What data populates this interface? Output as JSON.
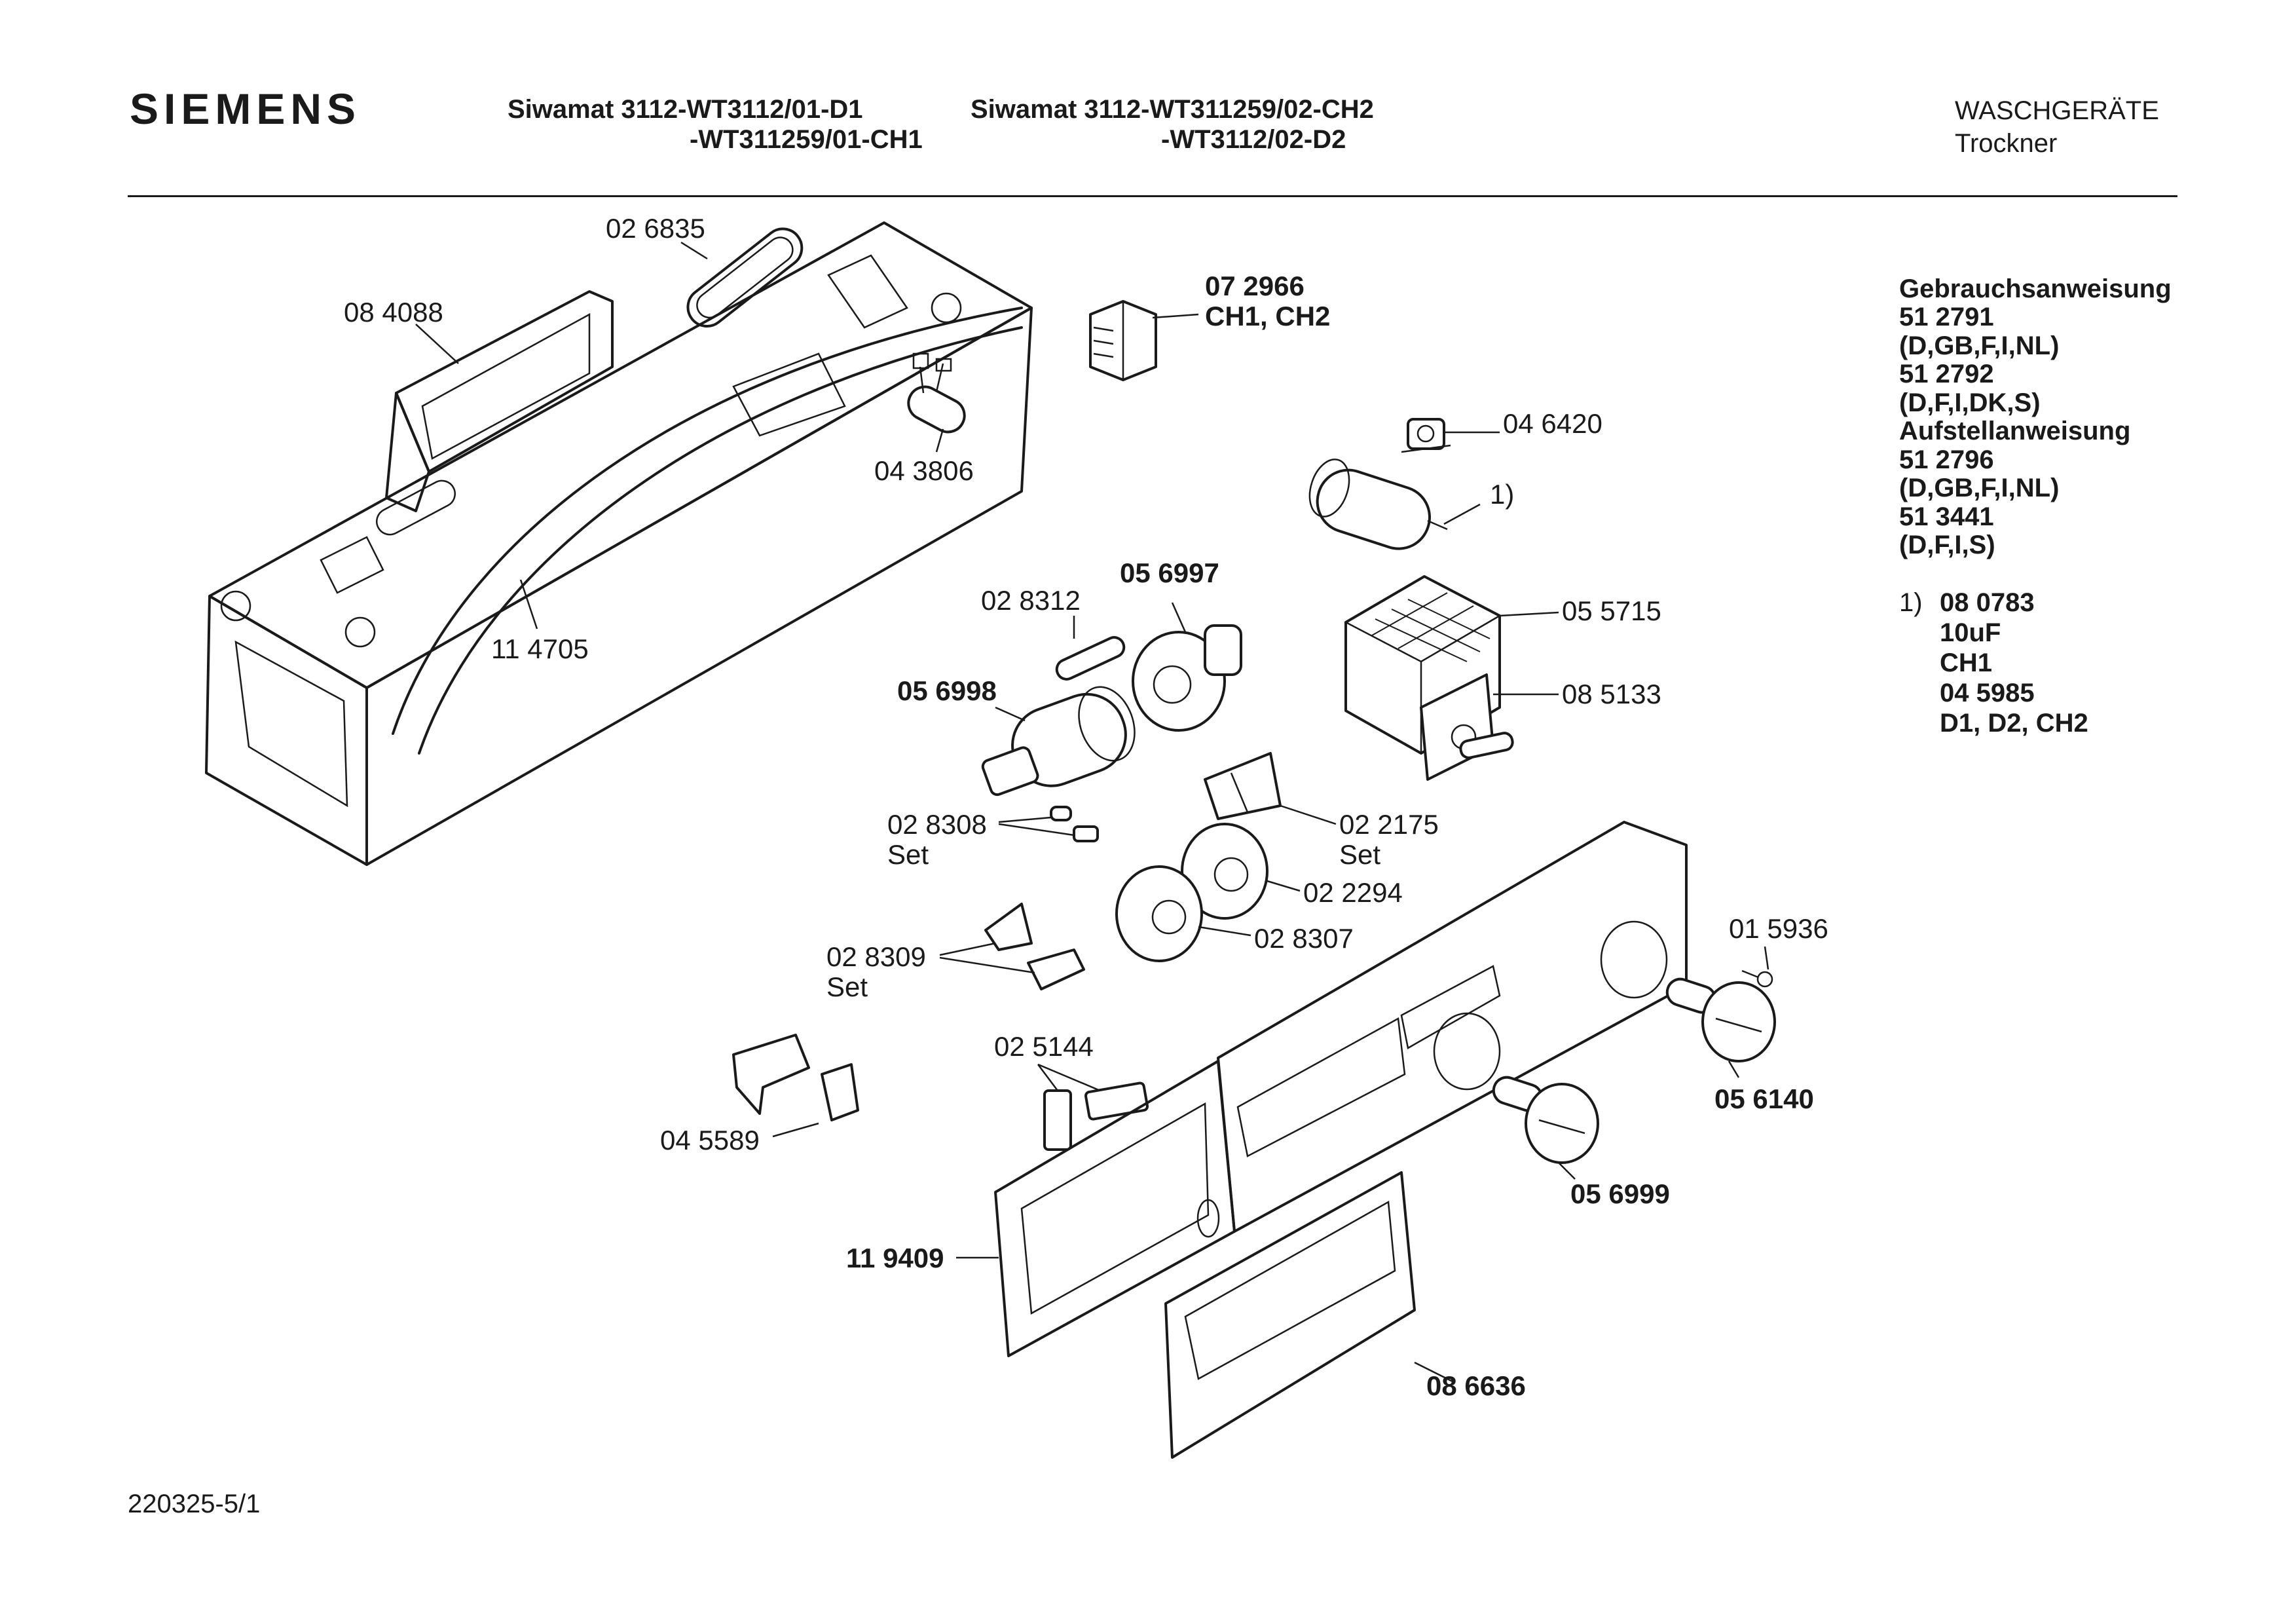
{
  "header": {
    "brand": "SIEMENS",
    "model_a_line1": "Siwamat 3112-WT3112/01-D1",
    "model_a_line2": "-WT311259/01-CH1",
    "model_b_line1": "Siwamat 3112-WT311259/02-CH2",
    "model_b_line2": "-WT3112/02-D2",
    "category_line1": "WASCHGERÄTE",
    "category_line2": "Trockner"
  },
  "documents": {
    "heading_usage": "Gebrauchsanweisung",
    "usage_1_number": "51 2791",
    "usage_1_languages": "(D,GB,F,I,NL)",
    "usage_2_number": "51 2792",
    "usage_2_languages": "(D,F,I,DK,S)",
    "heading_install": "Aufstellanweisung",
    "install_1_number": "51 2796",
    "install_1_languages": "(D,GB,F,I,NL)",
    "install_2_number": "51 3441",
    "install_2_languages": "(D,F,I,S)"
  },
  "footnote": {
    "marker": "1)",
    "part_1": "08 0783",
    "part_1_value": "10uF",
    "part_1_variant": "CH1",
    "part_2": "04 5985",
    "part_2_variants": "D1, D2, CH2"
  },
  "parts": {
    "p026835": "02 6835",
    "p084088": "08 4088",
    "p114705": "11 4705",
    "p043806": "04 3806",
    "p072966": "07 2966",
    "p072966_variant": "CH1, CH2",
    "p046420": "04 6420",
    "p_note1": "1)",
    "p028312": "02 8312",
    "p056997": "05 6997",
    "p055715": "05 5715",
    "p085133": "08 5133",
    "p056998": "05 6998",
    "p028308": "02 8308",
    "p028308_set": "Set",
    "p022175": "02 2175",
    "p022175_set": "Set",
    "p022294": "02 2294",
    "p028307": "02 8307",
    "p028309": "02 8309",
    "p028309_set": "Set",
    "p015936": "01 5936",
    "p056140": "05 6140",
    "p025144": "02 5144",
    "p045589": "04 5589",
    "p056999": "05 6999",
    "p119409": "11 9409",
    "p086636": "08 6636"
  },
  "drawing_number": "220325-5/1"
}
